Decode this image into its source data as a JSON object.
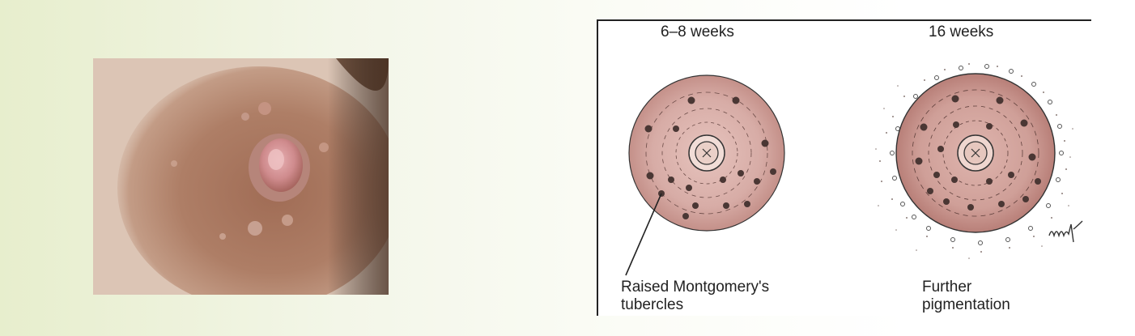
{
  "photo": {
    "description_icon": "areola-photo"
  },
  "diagram": {
    "stage1_title": "6–8 weeks",
    "stage2_title": "16 weeks",
    "stage1_caption_line1": "Raised Montgomery's",
    "stage1_caption_line2": "tubercles",
    "stage2_caption_line1": "Further",
    "stage2_caption_line2": "pigmentation"
  },
  "colors": {
    "background_left": "#e7eecd",
    "areola_fill": "#d7aca6",
    "ink": "#222222"
  }
}
